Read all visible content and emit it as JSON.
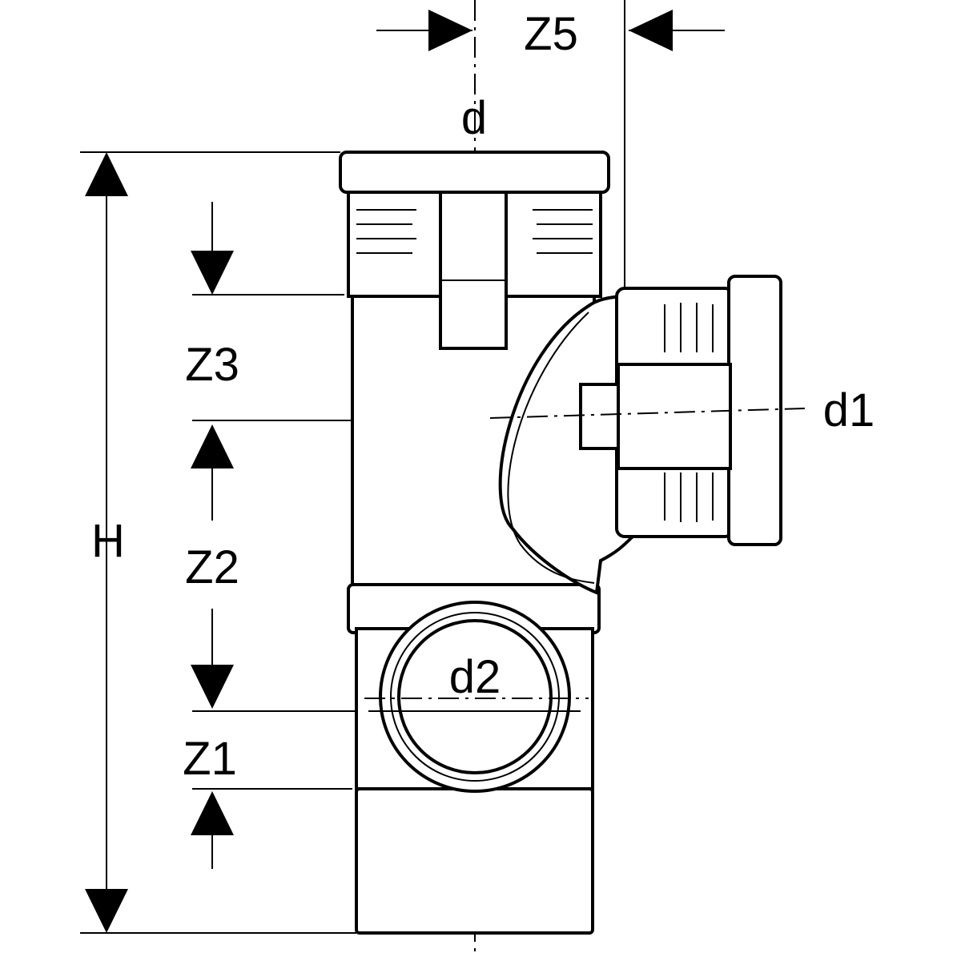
{
  "diagram": {
    "title": "Pipe branch fitting with cleaning opening - dimension drawing",
    "labels": {
      "z5": "Z5",
      "d": "d",
      "d1": "d1",
      "d2": "d2",
      "h": "H",
      "z3": "Z3",
      "z2": "Z2",
      "z1": "Z1"
    },
    "colors": {
      "line": "#000000",
      "background": "#ffffff"
    }
  }
}
